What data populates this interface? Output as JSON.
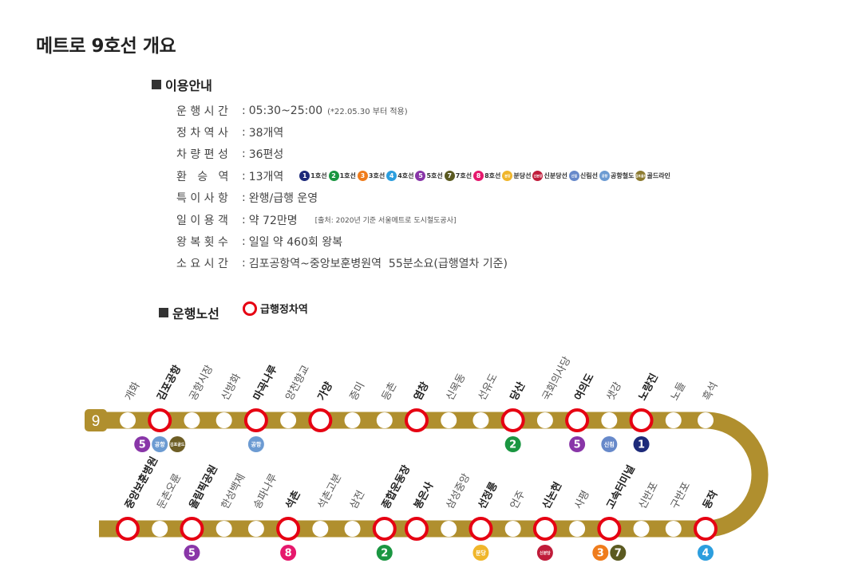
{
  "page_title": "메트로 9호선 개요",
  "info_section": {
    "heading": "이용안내",
    "rows": [
      {
        "label": "운 행 시 간",
        "value": "05:30~25:00",
        "note": "(*22.05.30 부터 적용)"
      },
      {
        "label": "정 차 역 사",
        "value": "38개역"
      },
      {
        "label": "차 량 편 성",
        "value": "36편성"
      },
      {
        "label": "환   승   역",
        "value": "13개역"
      },
      {
        "label": "특 이 사 항",
        "value": "완행/급행 운영"
      },
      {
        "label": "일 이 용 객",
        "value": "약 72만명",
        "note": "[출처: 2020년 기준 서울메트로 도시철도공사]"
      },
      {
        "label": "왕 복 횟 수",
        "value": "일일 약 460회 왕복"
      },
      {
        "label": "소 요 시 간",
        "value": "김포공항역~중앙보훈병원역  55분소요(급행열차 기준)"
      }
    ],
    "transfer_lines": [
      {
        "badge": "1",
        "label": "1호선",
        "color": "#1d2a7a"
      },
      {
        "badge": "2",
        "label": "1호선",
        "color": "#1a9641"
      },
      {
        "badge": "3",
        "label": "3호선",
        "color": "#ef7c1c"
      },
      {
        "badge": "4",
        "label": "4호선",
        "color": "#2c9ede"
      },
      {
        "badge": "5",
        "label": "5호선",
        "color": "#8936a8"
      },
      {
        "badge": "7",
        "label": "7호선",
        "color": "#5b5a21"
      },
      {
        "badge": "8",
        "label": "8호선",
        "color": "#e6186c"
      },
      {
        "badge": "분당",
        "label": "분당선",
        "color": "#f0b62b"
      },
      {
        "badge": "신분당",
        "label": "신분당선",
        "color": "#c01c3a"
      },
      {
        "badge": "신림",
        "label": "신림선",
        "color": "#6789ca"
      },
      {
        "badge": "공항",
        "label": "공항철도",
        "color": "#6c9bd2"
      },
      {
        "badge": "김포골드",
        "label": "골드라인",
        "color": "#8c7a2f"
      }
    ]
  },
  "route_section": {
    "heading": "운행노선",
    "legend_label": "급행정차역",
    "line_number": "9",
    "line_color": "#b08f2e",
    "express_color": "#e60012"
  },
  "stations_top": [
    {
      "name": "개화",
      "express": false,
      "transfers": []
    },
    {
      "name": "김포공항",
      "express": true,
      "transfers": [
        {
          "text": "5",
          "color": "#8936a8"
        },
        {
          "text": "공항",
          "color": "#6c9bd2"
        },
        {
          "text": "김포골드",
          "color": "#6e5e25"
        }
      ]
    },
    {
      "name": "공항시장",
      "express": false,
      "transfers": []
    },
    {
      "name": "신방화",
      "express": false,
      "transfers": []
    },
    {
      "name": "마곡나루",
      "express": true,
      "transfers": [
        {
          "text": "공항",
          "color": "#6c9bd2"
        }
      ]
    },
    {
      "name": "양천향교",
      "express": false,
      "transfers": []
    },
    {
      "name": "가양",
      "express": true,
      "transfers": []
    },
    {
      "name": "증미",
      "express": false,
      "transfers": []
    },
    {
      "name": "등촌",
      "express": false,
      "transfers": []
    },
    {
      "name": "염창",
      "express": true,
      "transfers": []
    },
    {
      "name": "신목동",
      "express": false,
      "transfers": []
    },
    {
      "name": "선유도",
      "express": false,
      "transfers": []
    },
    {
      "name": "당산",
      "express": true,
      "transfers": [
        {
          "text": "2",
          "color": "#1a9641"
        }
      ]
    },
    {
      "name": "국회의사당",
      "express": false,
      "transfers": []
    },
    {
      "name": "여의도",
      "express": true,
      "transfers": [
        {
          "text": "5",
          "color": "#8936a8"
        }
      ]
    },
    {
      "name": "샛강",
      "express": false,
      "transfers": [
        {
          "text": "신림",
          "color": "#6789ca"
        }
      ]
    },
    {
      "name": "노량진",
      "express": true,
      "transfers": [
        {
          "text": "1",
          "color": "#1d2a7a"
        }
      ]
    },
    {
      "name": "노들",
      "express": false,
      "transfers": []
    },
    {
      "name": "흑석",
      "express": false,
      "transfers": []
    }
  ],
  "stations_bottom": [
    {
      "name": "중앙보훈병원",
      "express": true,
      "transfers": []
    },
    {
      "name": "둔촌오륜",
      "express": false,
      "transfers": []
    },
    {
      "name": "올림픽공원",
      "express": true,
      "transfers": [
        {
          "text": "5",
          "color": "#8936a8"
        }
      ]
    },
    {
      "name": "한성백제",
      "express": false,
      "transfers": []
    },
    {
      "name": "송파나루",
      "express": false,
      "transfers": []
    },
    {
      "name": "석촌",
      "express": true,
      "transfers": [
        {
          "text": "8",
          "color": "#e6186c"
        }
      ]
    },
    {
      "name": "석촌고분",
      "express": false,
      "transfers": []
    },
    {
      "name": "삼전",
      "express": false,
      "transfers": []
    },
    {
      "name": "종합운동장",
      "express": true,
      "transfers": [
        {
          "text": "2",
          "color": "#1a9641"
        }
      ]
    },
    {
      "name": "봉은사",
      "express": true,
      "transfers": []
    },
    {
      "name": "삼성중앙",
      "express": false,
      "transfers": []
    },
    {
      "name": "선정릉",
      "express": true,
      "transfers": [
        {
          "text": "분당",
          "color": "#f0b62b"
        }
      ]
    },
    {
      "name": "언주",
      "express": false,
      "transfers": []
    },
    {
      "name": "신논현",
      "express": true,
      "transfers": [
        {
          "text": "신분당",
          "color": "#c01c3a"
        }
      ]
    },
    {
      "name": "사평",
      "express": false,
      "transfers": []
    },
    {
      "name": "고속터미널",
      "express": true,
      "transfers": [
        {
          "text": "3",
          "color": "#ef7c1c"
        },
        {
          "text": "7",
          "color": "#5b5a21"
        }
      ]
    },
    {
      "name": "신반포",
      "express": false,
      "transfers": []
    },
    {
      "name": "구반포",
      "express": false,
      "transfers": []
    },
    {
      "name": "동작",
      "express": true,
      "transfers": [
        {
          "text": "4",
          "color": "#2c9ede"
        }
      ]
    }
  ]
}
